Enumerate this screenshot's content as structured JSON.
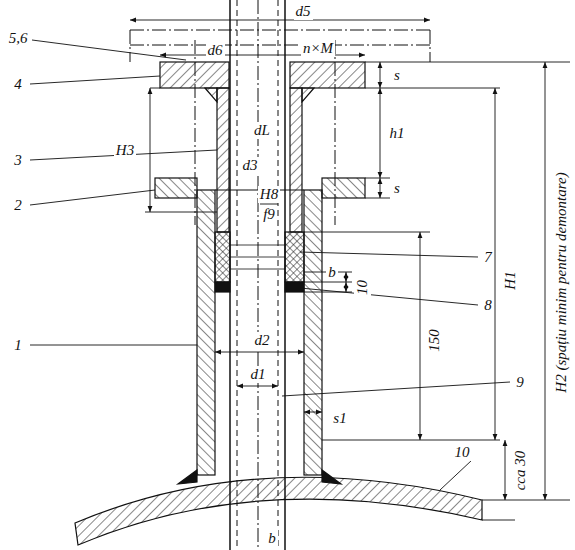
{
  "diagram": {
    "labels": [
      "d5",
      "5,6",
      "d6",
      "n×M",
      "4",
      "s",
      "h1",
      "H3",
      "3",
      "dL",
      "d3",
      "H8",
      "f9",
      "2",
      "s",
      "H1",
      "H2 (spațiu minim pentru demontare)",
      "7",
      "b",
      "10",
      "150",
      "8",
      "1",
      "d2",
      "d1",
      "9",
      "s1",
      "10",
      "cca 30",
      "b"
    ]
  }
}
